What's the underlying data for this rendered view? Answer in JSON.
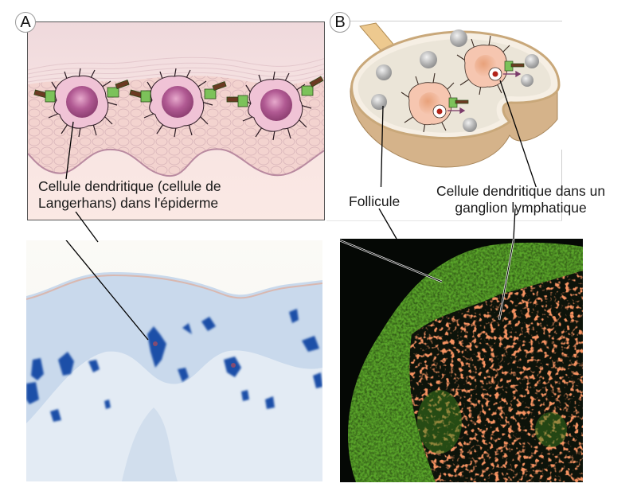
{
  "figure": {
    "panel_a": {
      "label": "A",
      "caption_line1": "Cellule dendritique (cellule de",
      "caption_line2": "Langerhans) dans l'épiderme",
      "illustration": "epidermis-with-langerhans-cells",
      "colors": {
        "background": "#f6dcd9",
        "cell": "#9c4a7c",
        "receptor": "#6bb04a",
        "antigen": "#6b3a22"
      }
    },
    "panel_b": {
      "label": "B",
      "caption_follicle": "Follicule",
      "caption_line1": "Cellule dendritique dans un",
      "caption_line2": "ganglion lymphatique",
      "illustration": "lymph-node-cross-section",
      "colors": {
        "capsule": "#d9b98f",
        "interior": "#ece7dc",
        "follicle": "#a9a9a9",
        "cell": "#f2b59a"
      }
    },
    "photo_skin": {
      "description": "stained-skin-section",
      "colors": {
        "background": "#dfe8f1",
        "stain": "#1f4fa8"
      }
    },
    "photo_node": {
      "description": "fluorescent-lymph-node-section",
      "colors": {
        "background": "#050805",
        "green": "#5aa52a",
        "red": "#ee4a1e"
      }
    }
  }
}
